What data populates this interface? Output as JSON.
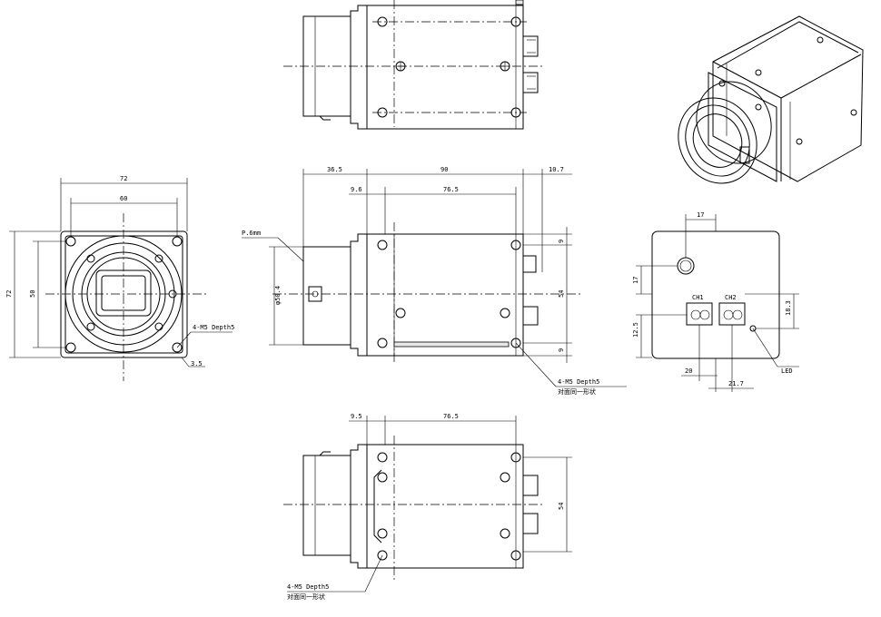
{
  "colors": {
    "line": "#000000",
    "background": "#ffffff",
    "shade": "#e8e8e8"
  },
  "front_view": {
    "dim_width_outer": "72",
    "dim_width_inner": "60",
    "dim_height_outer": "72",
    "dim_height_inner": "50",
    "hole_callout": "4-M5 Depth5",
    "corner_dim": "3.5"
  },
  "side_view": {
    "dim_flange": "36.5",
    "dim_body": "90",
    "dim_rear": "10.7",
    "dim_front_step": "9.6",
    "dim_body_inner": "76.5",
    "lens_callout": "P.6mm",
    "dim_lens_dia": "φ50.4",
    "dim_top_offset": "9",
    "dim_center": "54",
    "dim_bottom_offset": "9",
    "hole_callout_line1": "4-M5 Depth5",
    "hole_callout_line2": "对面同一形状"
  },
  "bottom_view": {
    "dim_front_step": "9.5",
    "dim_body_inner": "76.5",
    "dim_height": "54",
    "hole_callout_line1": "4-M5 Depth5",
    "hole_callout_line2": "对面同一形状"
  },
  "rear_view": {
    "dim_conn_x": "17",
    "dim_conn_y": "17",
    "label_ch1": "CH1",
    "label_ch2": "CH2",
    "dim_left_y": "12.5",
    "dim_right_y": "18.3",
    "dim_ch1_x": "20",
    "dim_ch2_x": "21.7",
    "led_label": "LED"
  }
}
